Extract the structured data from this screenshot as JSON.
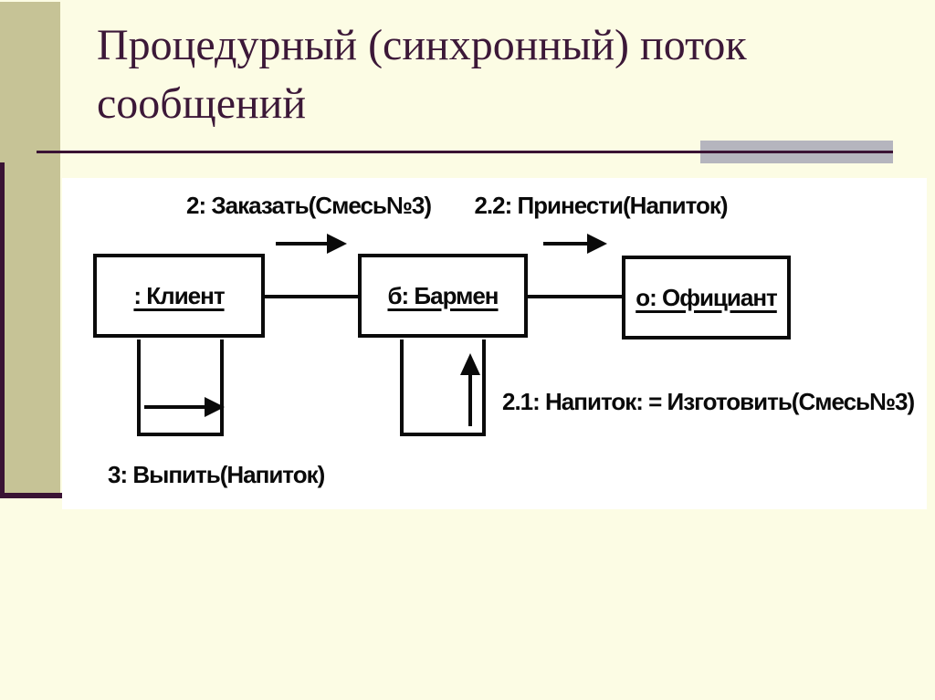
{
  "slide": {
    "title_lines": [
      "Процедурный (синхронный) поток",
      "сообщений"
    ]
  },
  "colors": {
    "background": "#FCFCE4",
    "sidebar_strip": "#C6C396",
    "accent_dark": "#3A1334",
    "title_color": "#3C1838",
    "gray_endcap": "#B5B5BE",
    "panel_bg": "#FFFFFF",
    "diagram_ink": "#0A0A0A"
  },
  "diagram": {
    "objects": [
      {
        "id": "client",
        "label": ": Клиент"
      },
      {
        "id": "barman",
        "label": "б: Бармен"
      },
      {
        "id": "waiter",
        "label": "о: Официант"
      }
    ],
    "messages": [
      {
        "id": "order",
        "label": "2: Заказать(Смесь№3)"
      },
      {
        "id": "bring",
        "label": "2.2: Принести(Напиток)"
      },
      {
        "id": "make",
        "label": "2.1: Напиток: = Изготовить(Смесь№3)"
      },
      {
        "id": "drink",
        "label": "3: Выпить(Напиток)"
      }
    ]
  }
}
